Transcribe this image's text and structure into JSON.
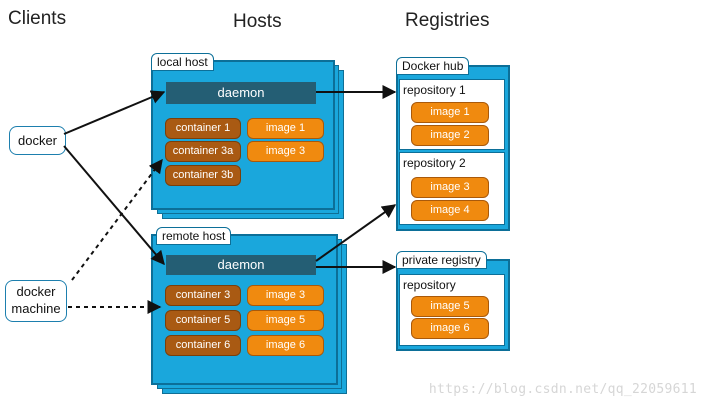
{
  "titles": {
    "clients": "Clients",
    "hosts": "Hosts",
    "registries": "Registries"
  },
  "clients": {
    "docker": "docker",
    "docker_machine": "docker\nmachine"
  },
  "local_host": {
    "label": "local host",
    "daemon": "daemon",
    "containers": [
      "container 1",
      "container 3a",
      "container 3b"
    ],
    "images": [
      "image 1",
      "image 3"
    ]
  },
  "remote_host": {
    "label": "remote host",
    "daemon": "daemon",
    "containers": [
      "container 3",
      "container 5",
      "container 6"
    ],
    "images": [
      "image 3",
      "image 5",
      "image 6"
    ]
  },
  "docker_hub": {
    "label": "Docker hub",
    "repositories": [
      {
        "name": "repository 1",
        "images": [
          "image 1",
          "image 2"
        ]
      },
      {
        "name": "repository 2",
        "images": [
          "image 3",
          "image 4"
        ]
      }
    ]
  },
  "private_registry": {
    "label": "private registry",
    "repository": {
      "name": "repository",
      "images": [
        "image 5",
        "image 6"
      ]
    }
  },
  "watermark": "https://blog.csdn.net/qq_22059611",
  "colors": {
    "host_fill": "#1aa7dc",
    "daemon_fill": "#245e74",
    "container_fill": "#a95a13",
    "image_fill": "#f08a0f"
  }
}
